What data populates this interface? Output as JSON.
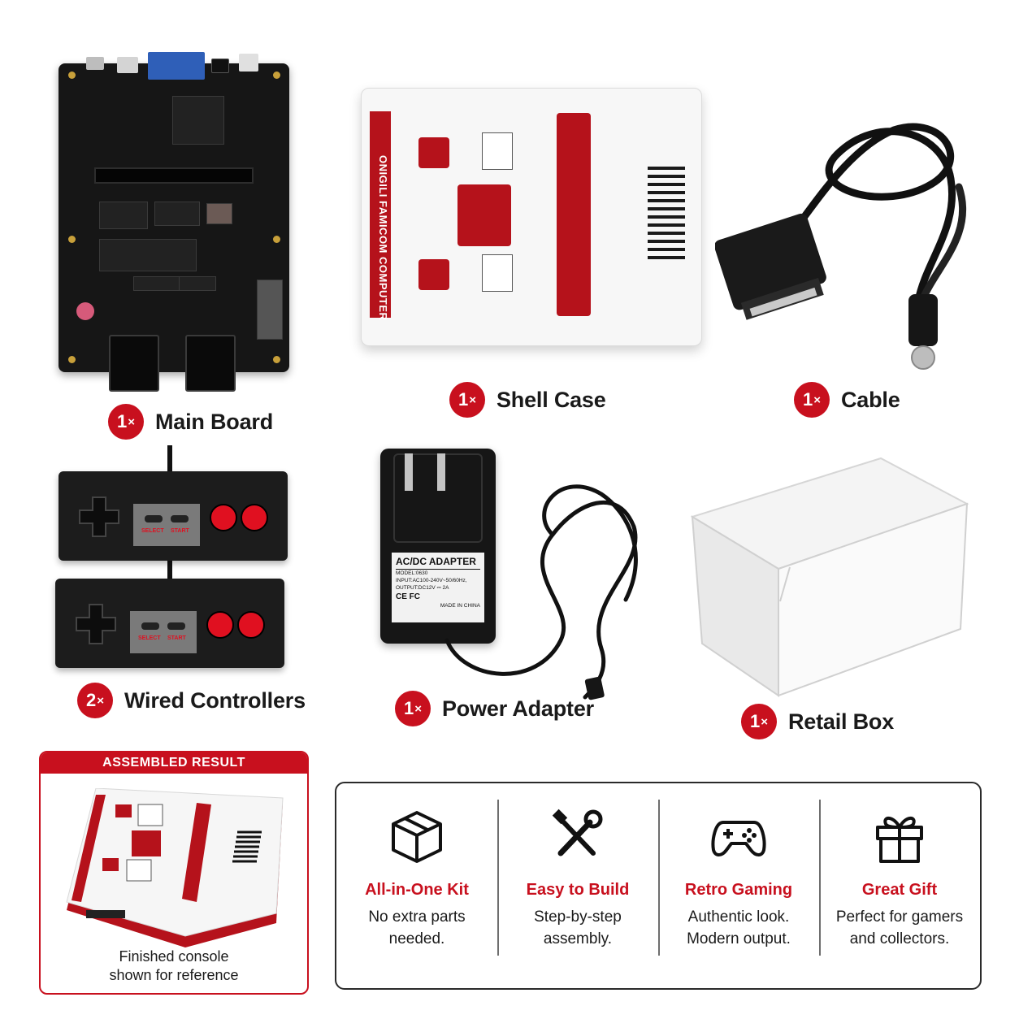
{
  "items": {
    "main_board": {
      "qty": "1",
      "name": "Main Board"
    },
    "shell_case": {
      "qty": "1",
      "name": "Shell Case"
    },
    "cable": {
      "qty": "1",
      "name": "Cable"
    },
    "controllers": {
      "qty": "2",
      "name": "Wired Controllers"
    },
    "power_adapter": {
      "qty": "1",
      "name": "Power Adapter"
    },
    "retail_box": {
      "qty": "1",
      "name": "Retail Box"
    }
  },
  "qty_suffix": "×",
  "shell_print": "ONIGILI FAMICOM COMPUTER",
  "controller_labels": {
    "select": "SELECT",
    "start": "START"
  },
  "adapter_label": {
    "title": "AC/DC ADAPTER",
    "model": "MODEL:0630",
    "input": "INPUT:AC100-240V~50/60Hz,",
    "output": "OUTPUT:DC12V ⎓ 2A",
    "marks": "CE FC",
    "made_in": "MADE IN CHINA"
  },
  "assembled": {
    "header": "ASSEMBLED RESULT",
    "caption_line1": "Finished console",
    "caption_line2": "shown for reference"
  },
  "features": [
    {
      "icon": "box-icon",
      "title": "All-in-One Kit",
      "desc_line1": "No extra parts",
      "desc_line2": "needed."
    },
    {
      "icon": "tools-icon",
      "title": "Easy to Build",
      "desc_line1": "Step-by-step",
      "desc_line2": "assembly."
    },
    {
      "icon": "gamepad-icon",
      "title": "Retro Gaming",
      "desc_line1": "Authentic look.",
      "desc_line2": "Modern output."
    },
    {
      "icon": "gift-icon",
      "title": "Great Gift",
      "desc_line1": "Perfect for gamers",
      "desc_line2": "and collectors."
    }
  ],
  "colors": {
    "accent": "#c8101e",
    "shell_red": "#b5121b",
    "dark": "#1a1a1a"
  }
}
